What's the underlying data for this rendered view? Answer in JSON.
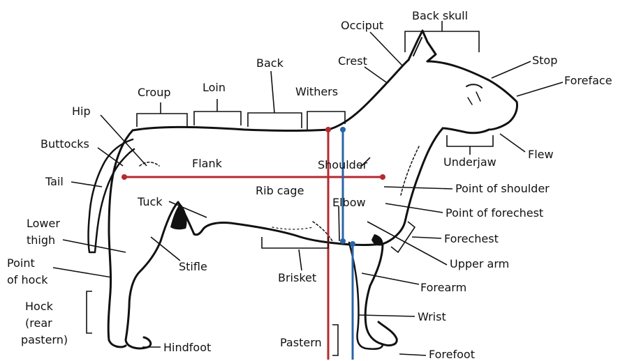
{
  "labels": {
    "back_skull": "Back skull",
    "occiput": "Occiput",
    "stop": "Stop",
    "crest": "Crest",
    "foreface": "Foreface",
    "back": "Back",
    "loin": "Loin",
    "croup": "Croup",
    "withers": "Withers",
    "hip": "Hip",
    "buttocks": "Buttocks",
    "flank": "Flank",
    "shoulder": "Shoulder",
    "underjaw": "Underjaw",
    "flew": "Flew",
    "tail": "Tail",
    "rib_cage": "Rib cage",
    "point_of_shoulder": "Point of shoulder",
    "tuck": "Tuck",
    "elbow": "Elbow",
    "point_of_forechest": "Point of forechest",
    "lower_thigh_1": "Lower",
    "lower_thigh_2": "thigh",
    "forechest": "Forechest",
    "point_of_hock_1": "Point",
    "point_of_hock_2": "of hock",
    "stifle": "Stifle",
    "upper_arm": "Upper arm",
    "brisket": "Brisket",
    "forearm": "Forearm",
    "hock_1": "Hock",
    "hock_2": "(rear",
    "hock_3": "pastern)",
    "wrist": "Wrist",
    "hindfoot": "Hindfoot",
    "pastern": "Pastern",
    "forefoot": "Forefoot"
  },
  "colors": {
    "ink": "#111111",
    "red_line": "#b42a2f",
    "blue_line": "#2a64a8"
  }
}
